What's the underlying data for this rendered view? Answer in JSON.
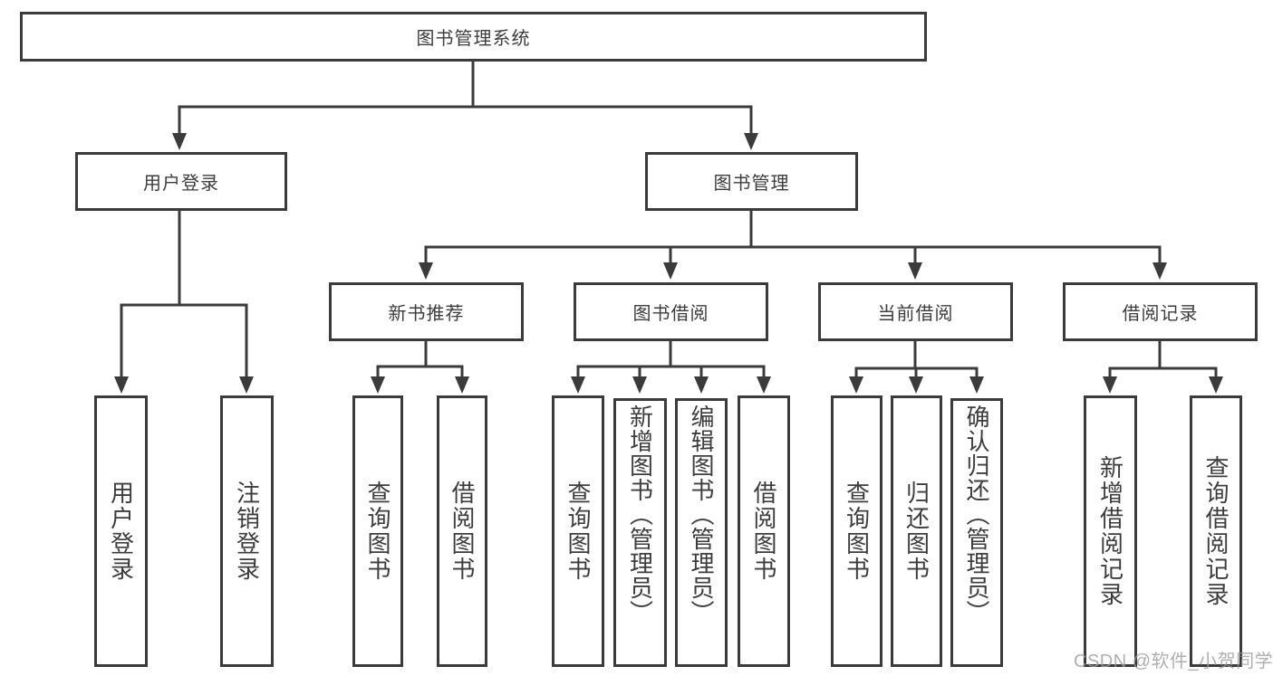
{
  "diagram": {
    "title": "图书管理系统",
    "nodes": {
      "root": {
        "label": "图书管理系统"
      },
      "level2": [
        {
          "label": "用户登录"
        },
        {
          "label": "图书管理"
        }
      ],
      "level3": [
        {
          "label": "新书推荐",
          "parent": "图书管理"
        },
        {
          "label": "图书借阅",
          "parent": "图书管理"
        },
        {
          "label": "当前借阅",
          "parent": "图书管理"
        },
        {
          "label": "借阅记录",
          "parent": "图书管理"
        }
      ],
      "level4": [
        {
          "label": "用户登录",
          "parent": "用户登录"
        },
        {
          "label": "注销登录",
          "parent": "用户登录"
        },
        {
          "label": "查询图书",
          "parent": "新书推荐"
        },
        {
          "label": "借阅图书",
          "parent": "新书推荐"
        },
        {
          "label": "查询图书",
          "parent": "图书借阅"
        },
        {
          "label": "新增图书（管理员）",
          "parent": "图书借阅"
        },
        {
          "label": "编辑图书（管理员）",
          "parent": "图书借阅"
        },
        {
          "label": "借阅图书",
          "parent": "图书借阅"
        },
        {
          "label": "查询图书",
          "parent": "当前借阅"
        },
        {
          "label": "归还图书",
          "parent": "当前借阅"
        },
        {
          "label": "确认归还（管理员）",
          "parent": "当前借阅"
        },
        {
          "label": "新增借阅记录",
          "parent": "借阅记录"
        },
        {
          "label": "查询借阅记录",
          "parent": "借阅记录"
        }
      ]
    }
  },
  "watermark": {
    "text": "CSDN @软件_小贺同学"
  },
  "colors": {
    "line": "#3b3b3b",
    "box_border": "#3b3b3b",
    "text": "#3d3d3d",
    "background": "#ffffff",
    "watermark": "#9c9c9c"
  }
}
